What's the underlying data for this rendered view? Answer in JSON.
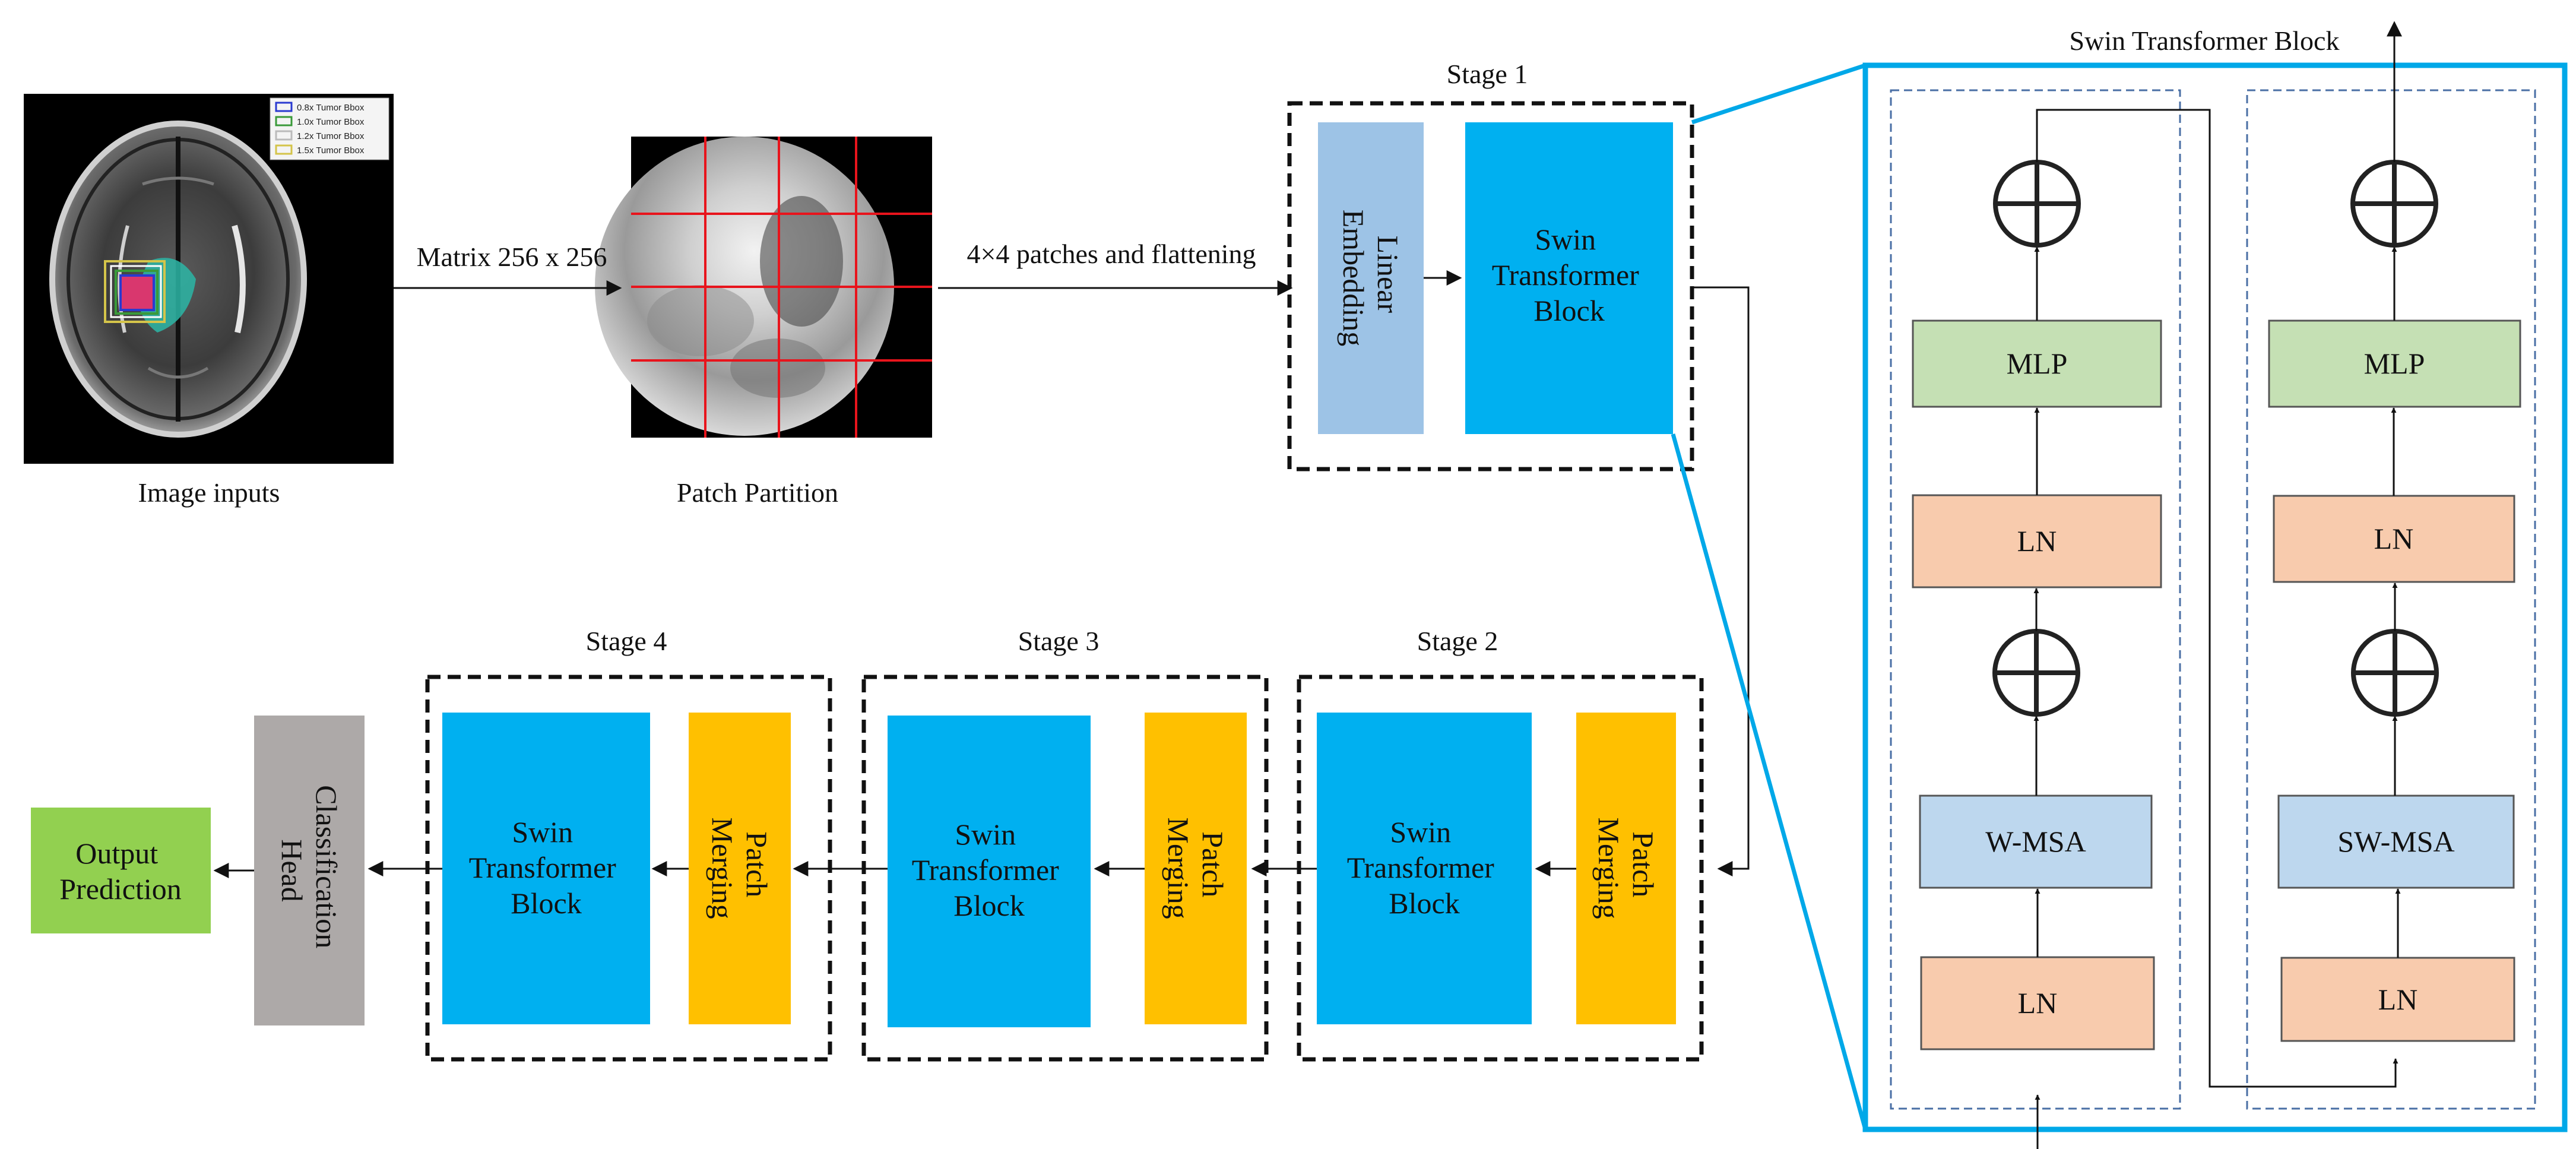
{
  "labels": {
    "image_inputs": "Image inputs",
    "matrix": "Matrix 256 x 256",
    "patch_partition": "Patch Partition",
    "patches_flattening": "4×4 patches and flattening",
    "stage1": "Stage 1",
    "stage2": "Stage 2",
    "stage3": "Stage 3",
    "stage4": "Stage 4",
    "swin_block_title": "Swin Transformer Block"
  },
  "mri_legend": [
    "0.8x Tumor Bbox",
    "1.0x Tumor Bbox",
    "1.2x Tumor Bbox",
    "1.5x Tumor Bbox"
  ],
  "boxes": {
    "linear_embedding": [
      "Linear",
      "Embedding"
    ],
    "swin_transformer_block": [
      "Swin",
      "Transformer",
      "Block"
    ],
    "patch_merging": [
      "Patch",
      "Merging"
    ],
    "classification_head": [
      "Classification",
      "Head"
    ],
    "output_prediction": [
      "Output",
      "Prediction"
    ],
    "mlp": "MLP",
    "ln": "LN",
    "w_msa": "W-MSA",
    "sw_msa": "SW-MSA"
  },
  "colors": {
    "swin_blue": "#00B0F0",
    "linear_embedding": "#9DC3E6",
    "patch_merging": "#FFC000",
    "classification_head": "#ADA9A8",
    "output_prediction": "#92D050",
    "mlp": "#C5E0B4",
    "ln": "#F8CBAD",
    "msa": "#BDD7EE",
    "frame": "#00A8E8",
    "inner_dash": "#4A6FA5"
  }
}
